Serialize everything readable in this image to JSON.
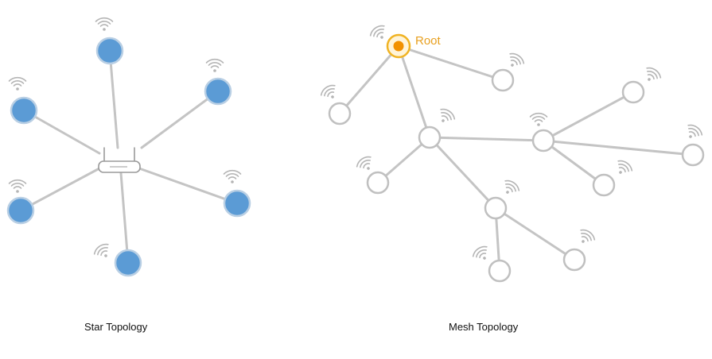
{
  "captions": {
    "star": "Star Topology",
    "mesh": "Mesh Topology"
  },
  "mesh": {
    "root_label": "Root"
  },
  "colors": {
    "link": "#c4c4c4",
    "star_node_fill": "#5b9bd5",
    "star_node_stroke": "#b9cfe4",
    "mesh_node_stroke": "#c0c0c0",
    "root_ring": "#f0b323",
    "root_core": "#f29100",
    "root_text": "#e8a020",
    "wifi": "#b5b5b5",
    "router": "#9a9a9a"
  },
  "icons": {
    "device_signal": "wifi-icon",
    "hub": "router-icon"
  }
}
